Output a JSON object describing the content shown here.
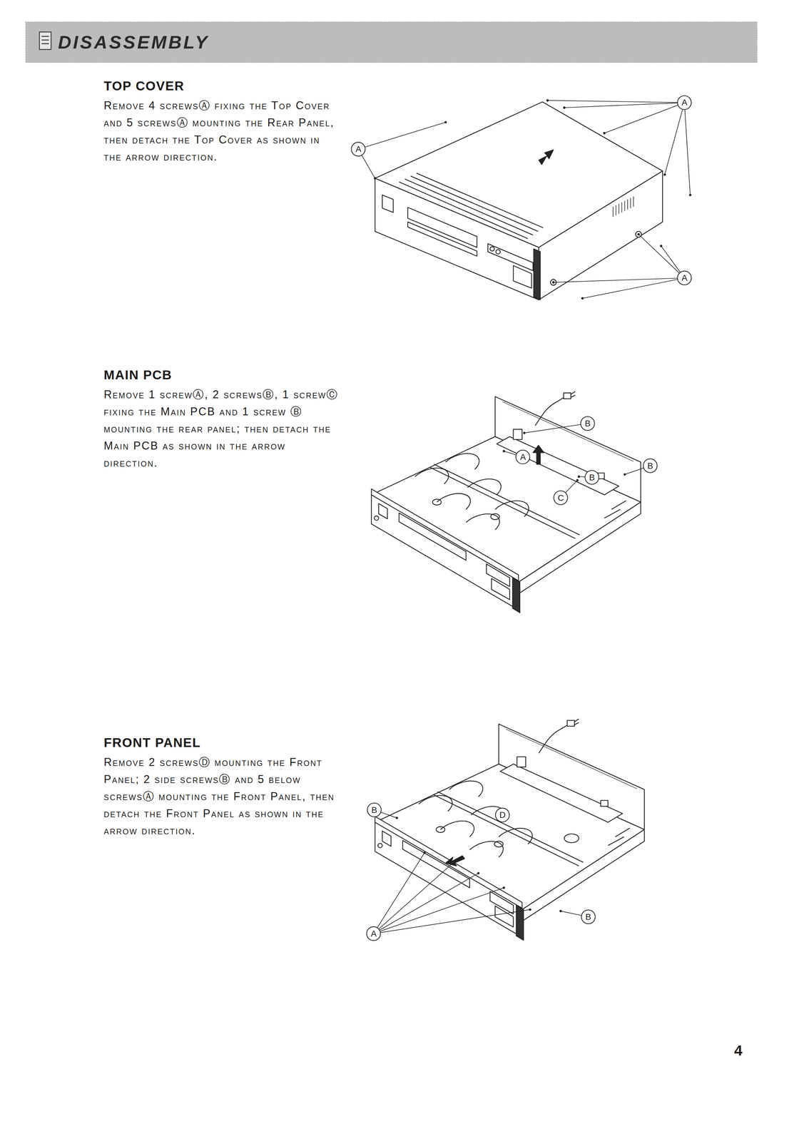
{
  "diagram": {
    "title": "DISASSEMBLY",
    "labels": [
      "TOP COVER",
      "Remove 4 screwsⒶ fixing the Top Cover and 5 screwsⒶ mounting the Rear Panel, then detach the Top Cover as shown in the arrow direction.",
      "A",
      "A",
      "A",
      "MAIN PCB",
      "Remove 1 screwⒶ, 2 screwsⒷ, 1 screwⒸ fixing the Main PCB and 1 screw Ⓑ mounting the rear panel; then detach the Main PCB as shown in the arrow direction.",
      "B",
      "A",
      "B",
      "C",
      "B",
      "FRONT PANEL",
      "Remove 2 screwsⒹ mounting the Front Panel; 2 side screwsⒷ and 5 below screwsⒶ mounting the Front Panel, then detach the Front Panel as shown in the arrow direction.",
      "B",
      "D",
      "B",
      "A",
      "4"
    ]
  }
}
